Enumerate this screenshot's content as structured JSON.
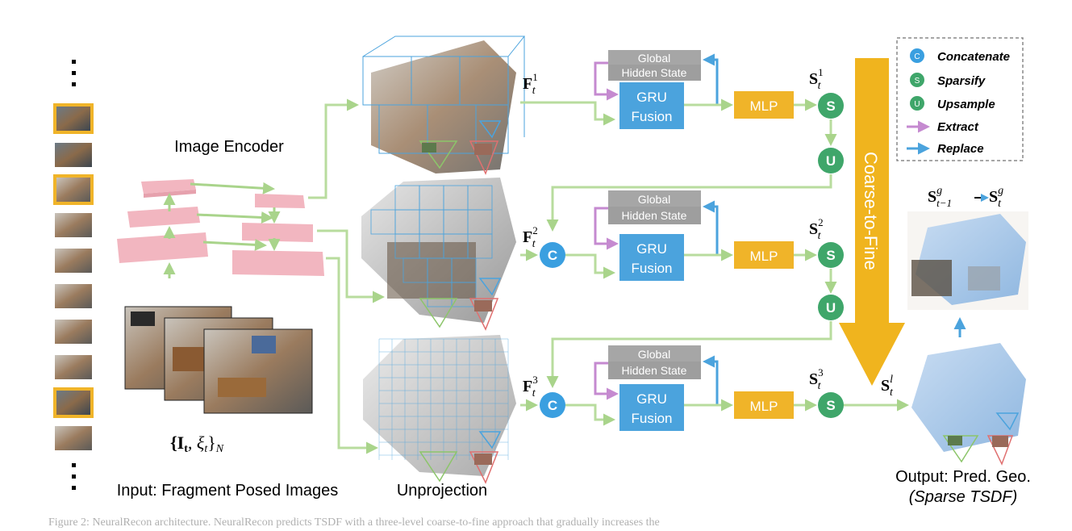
{
  "labels": {
    "image_encoder": "Image Encoder",
    "input_caption": "Input: Fragment Posed Images",
    "unprojection": "Unprojection",
    "output_line1": "Output: Pred. Geo.",
    "output_line2": "(Sparse TSDF)",
    "coarse_to_fine": "Coarse-to-Fine",
    "global_hidden_line1": "Global",
    "global_hidden_line2": "Hidden State",
    "gru_line1": "GRU",
    "gru_line2": "Fusion",
    "mlp": "MLP",
    "node_c": "C",
    "node_s": "S",
    "node_u": "U"
  },
  "math": {
    "input_set": "{I",
    "input_sub": "t",
    "input_rest": ", ξ",
    "input_rest_sub": "t",
    "input_close": "}",
    "input_N": "N",
    "F": "F",
    "S": "S",
    "t": "t",
    "level1": "1",
    "level2": "2",
    "level3": "3",
    "l": "l",
    "g": "g",
    "tm1": "t−1"
  },
  "legend": [
    {
      "symbol": "C",
      "text": "Concatenate",
      "kind": "circle-blue"
    },
    {
      "symbol": "S",
      "text": "Sparsify",
      "kind": "circle-green"
    },
    {
      "symbol": "U",
      "text": "Upsample",
      "kind": "circle-green"
    },
    {
      "symbol": "",
      "text": "Extract",
      "kind": "arrow-purple"
    },
    {
      "symbol": "",
      "text": "Replace",
      "kind": "arrow-blue"
    }
  ],
  "caption": "Figure 2: NeuralRecon architecture. NeuralRecon predicts TSDF with a three-level coarse-to-fine approach that gradually increases the",
  "colors": {
    "pink": "#f2b6c0",
    "blue_box": "#4ba3dd",
    "gray_box": "#9e9e9e",
    "mlp": "#f0b429",
    "green_node": "#3fa66a",
    "blue_node": "#3a9fe0",
    "arrow_green": "#b8dc9e",
    "arrow_purple": "#c58ad0",
    "arrow_blue": "#4ba3dd",
    "coarse_arrow": "#f0b41e",
    "frame_gold": "#f0b429"
  }
}
